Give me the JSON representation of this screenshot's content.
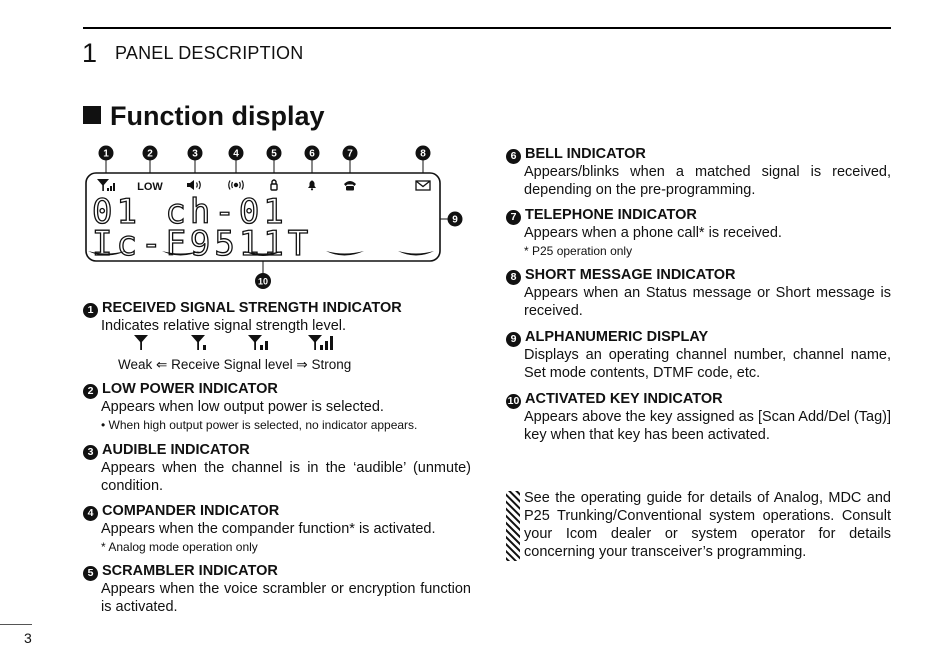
{
  "header": {
    "chapter_number": "1",
    "chapter_title": "PANEL DESCRIPTION"
  },
  "section_title": "Function display",
  "display": {
    "callouts": [
      "1",
      "2",
      "3",
      "4",
      "5",
      "6",
      "7",
      "8",
      "9",
      "10"
    ],
    "low_label": "LOW",
    "line1": "01 ch-01",
    "line2": "Ic-F9511T",
    "icons": [
      "antenna-signal-icon",
      "audible-speaker-icon",
      "compander-icon",
      "scrambler-icon",
      "bell-icon",
      "telephone-icon",
      "envelope-icon"
    ]
  },
  "left_items": [
    {
      "num": "1",
      "title": "RECEIVED SIGNAL STRENGTH INDICATOR",
      "body": "Indicates relative signal strength level.",
      "note": ""
    },
    {
      "num": "2",
      "title": "LOW POWER INDICATOR",
      "body": "Appears when low output power is selected.",
      "note": "• When high output power is selected, no indicator appears."
    },
    {
      "num": "3",
      "title": "AUDIBLE INDICATOR",
      "body": "Appears when the channel is in the ‘audible’ (unmute) condition.",
      "note": ""
    },
    {
      "num": "4",
      "title": "COMPANDER INDICATOR",
      "body": "Appears when the compander function* is activated.",
      "note": "* Analog mode operation only"
    },
    {
      "num": "5",
      "title": "SCRAMBLER INDICATOR",
      "body": "Appears when the voice scrambler or encryption function is activated.",
      "note": ""
    }
  ],
  "signal_caption": "Weak ⇐ Receive Signal level ⇒ Strong",
  "right_items": [
    {
      "num": "6",
      "title": "BELL INDICATOR",
      "body": "Appears/blinks when a matched signal is received, depending on the pre-programming.",
      "note": ""
    },
    {
      "num": "7",
      "title": "TELEPHONE INDICATOR",
      "body": "Appears when a phone call* is received.",
      "note": "* P25 operation only"
    },
    {
      "num": "8",
      "title": "SHORT MESSAGE INDICATOR",
      "body": "Appears when an Status message or Short message is received.",
      "note": ""
    },
    {
      "num": "9",
      "title": "ALPHANUMERIC DISPLAY",
      "body": "Displays an operating channel number, channel name, Set mode contents, DTMF code, etc.",
      "note": ""
    },
    {
      "num": "10",
      "title": "ACTIVATED KEY INDICATOR",
      "body": "Appears above the key assigned as [Scan Add/Del (Tag)] key when that key has been activated.",
      "note": ""
    }
  ],
  "info_note": "See the operating guide for details of Analog, MDC and P25 Trunking/Conventional system operations. Consult your Icom dealer or system operator for details concerning your transceiver’s programming.",
  "page_number": "3"
}
